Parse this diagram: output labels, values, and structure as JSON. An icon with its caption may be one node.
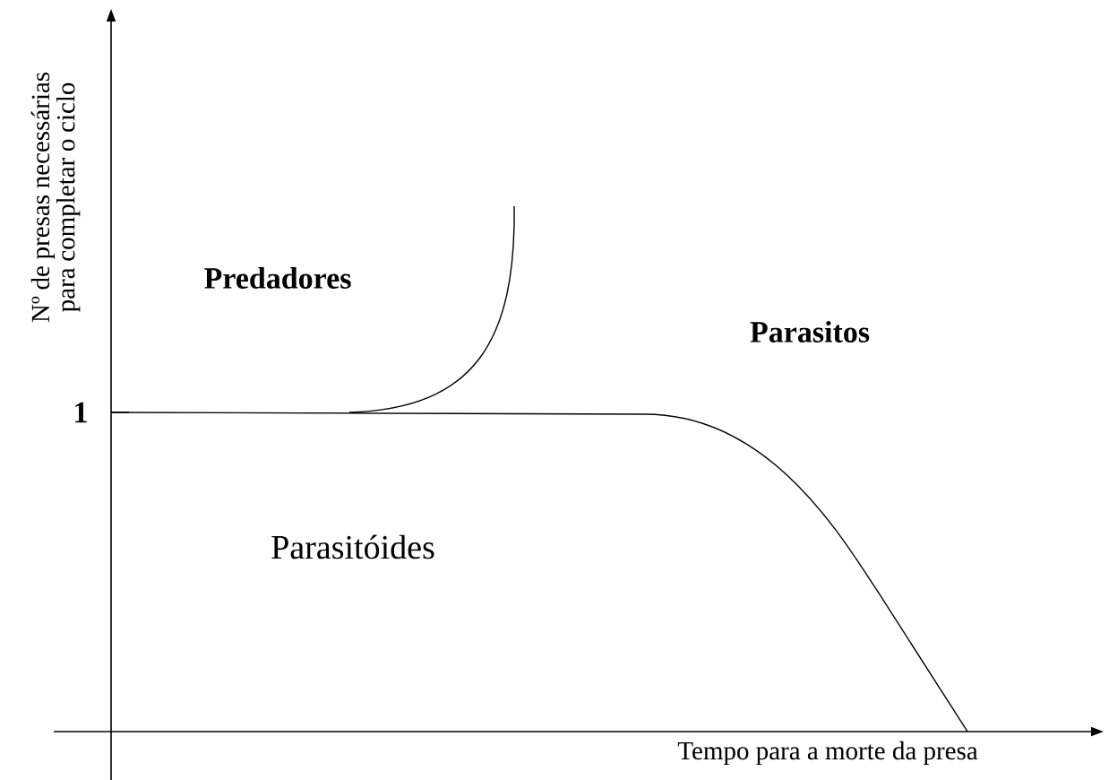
{
  "diagram": {
    "labels": [
      "Nº de presas necessárias para completar o ciclo",
      "Predadores",
      "Parasitos",
      "1",
      "Parasitóides",
      "Tempo para a morte da presa"
    ]
  }
}
